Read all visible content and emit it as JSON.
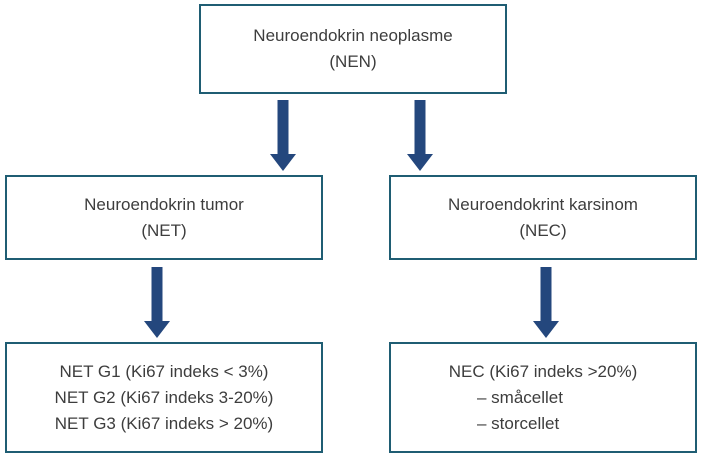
{
  "colors": {
    "background": "#ffffff",
    "border": "#1f5d73",
    "arrow": "#24477d",
    "text": "#3d3d3d"
  },
  "nodes": {
    "nen": {
      "lines": [
        "Neuroendokrin neoplasme",
        "(NEN)"
      ]
    },
    "net": {
      "lines": [
        "Neuroendokrin tumor",
        "(NET)"
      ]
    },
    "nec": {
      "lines": [
        "Neuroendokrint karsinom",
        "(NEC)"
      ]
    },
    "net_grades": {
      "lines": [
        "NET G1 (Ki67 indeks < 3%)",
        "NET G2 (Ki67 indeks 3-20%)",
        "NET G3 (Ki67 indeks > 20%)"
      ]
    },
    "nec_types": {
      "lines": [
        "NEC (Ki67 indeks >20%)",
        "– småcellet",
        "– storcellet"
      ]
    }
  }
}
